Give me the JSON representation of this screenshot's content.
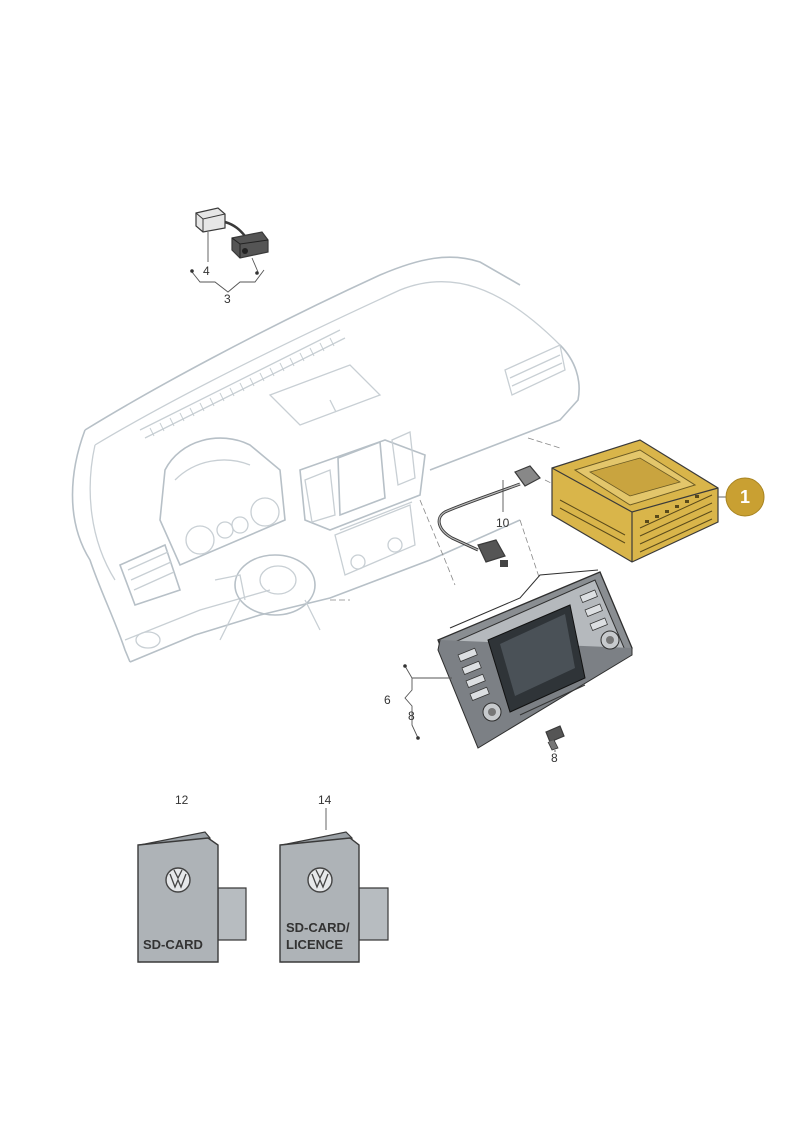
{
  "callouts": {
    "c1": "1",
    "c3": "3",
    "c4": "4",
    "c6": "6",
    "c8a": "8",
    "c8b": "8",
    "c10": "10",
    "c12": "12",
    "c14": "14"
  },
  "cards": {
    "sd_card": {
      "line1": "SD-CARD"
    },
    "sd_licence": {
      "line1": "SD-CARD/",
      "line2": "LICENCE"
    }
  },
  "colors": {
    "highlight": "#d9b54a",
    "badge": "#c9a032",
    "outline": "#3a3a3a",
    "ghost": "#c8cfd4"
  }
}
